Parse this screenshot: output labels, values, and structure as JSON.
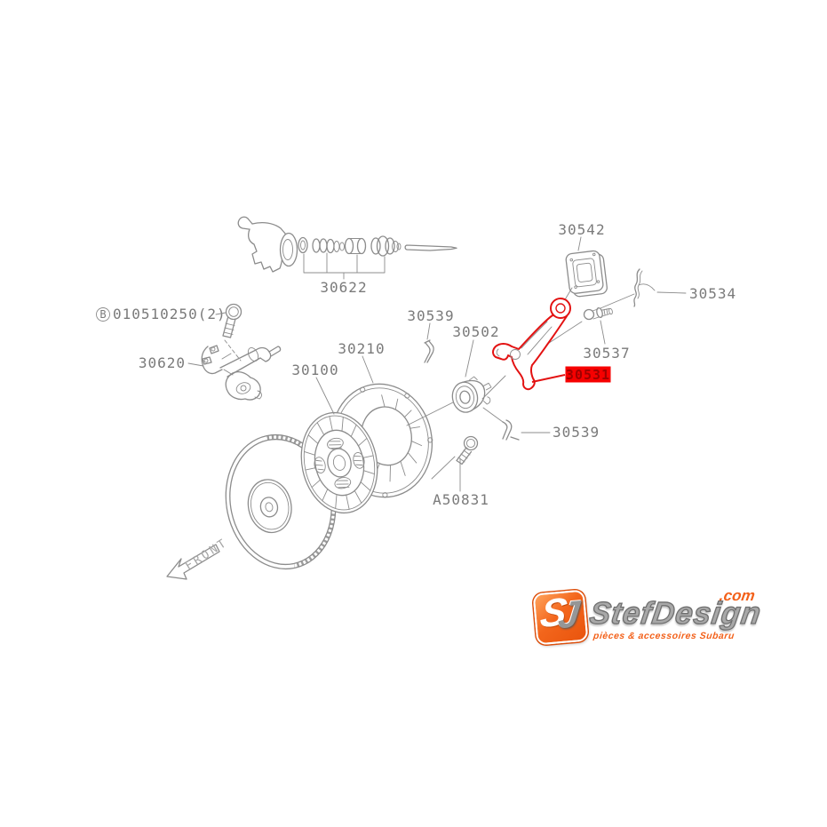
{
  "diagram": {
    "colors": {
      "line": "#8c8c8c",
      "label_text": "#7a7a7a",
      "highlight": "#e31212",
      "highlight_label_bg": "#f60000",
      "highlight_label_text": "#a00000"
    },
    "labels": {
      "fork_boot": "30542",
      "retaining_clip": "30534",
      "cylinder_repair_kit": "30622",
      "mounting_bolt_letter": "B",
      "mounting_bolt_number": "010510250(2)",
      "operating_cylinder": "30620",
      "snap_pin_upper": "30539",
      "release_bearing": "30502",
      "fork_pivot": "30537",
      "release_fork": "30531",
      "clutch_cover": "30210",
      "clutch_disc": "30100",
      "snap_pin_lower": "30539",
      "flywheel_bolt": "A50831"
    },
    "front_label": "FRONT"
  },
  "watermark": {
    "monogram_primary": "S",
    "monogram_secondary": "J",
    "brand": "StefDesign",
    "tld": ".com",
    "tagline": "pièces & accessoires Subaru"
  }
}
